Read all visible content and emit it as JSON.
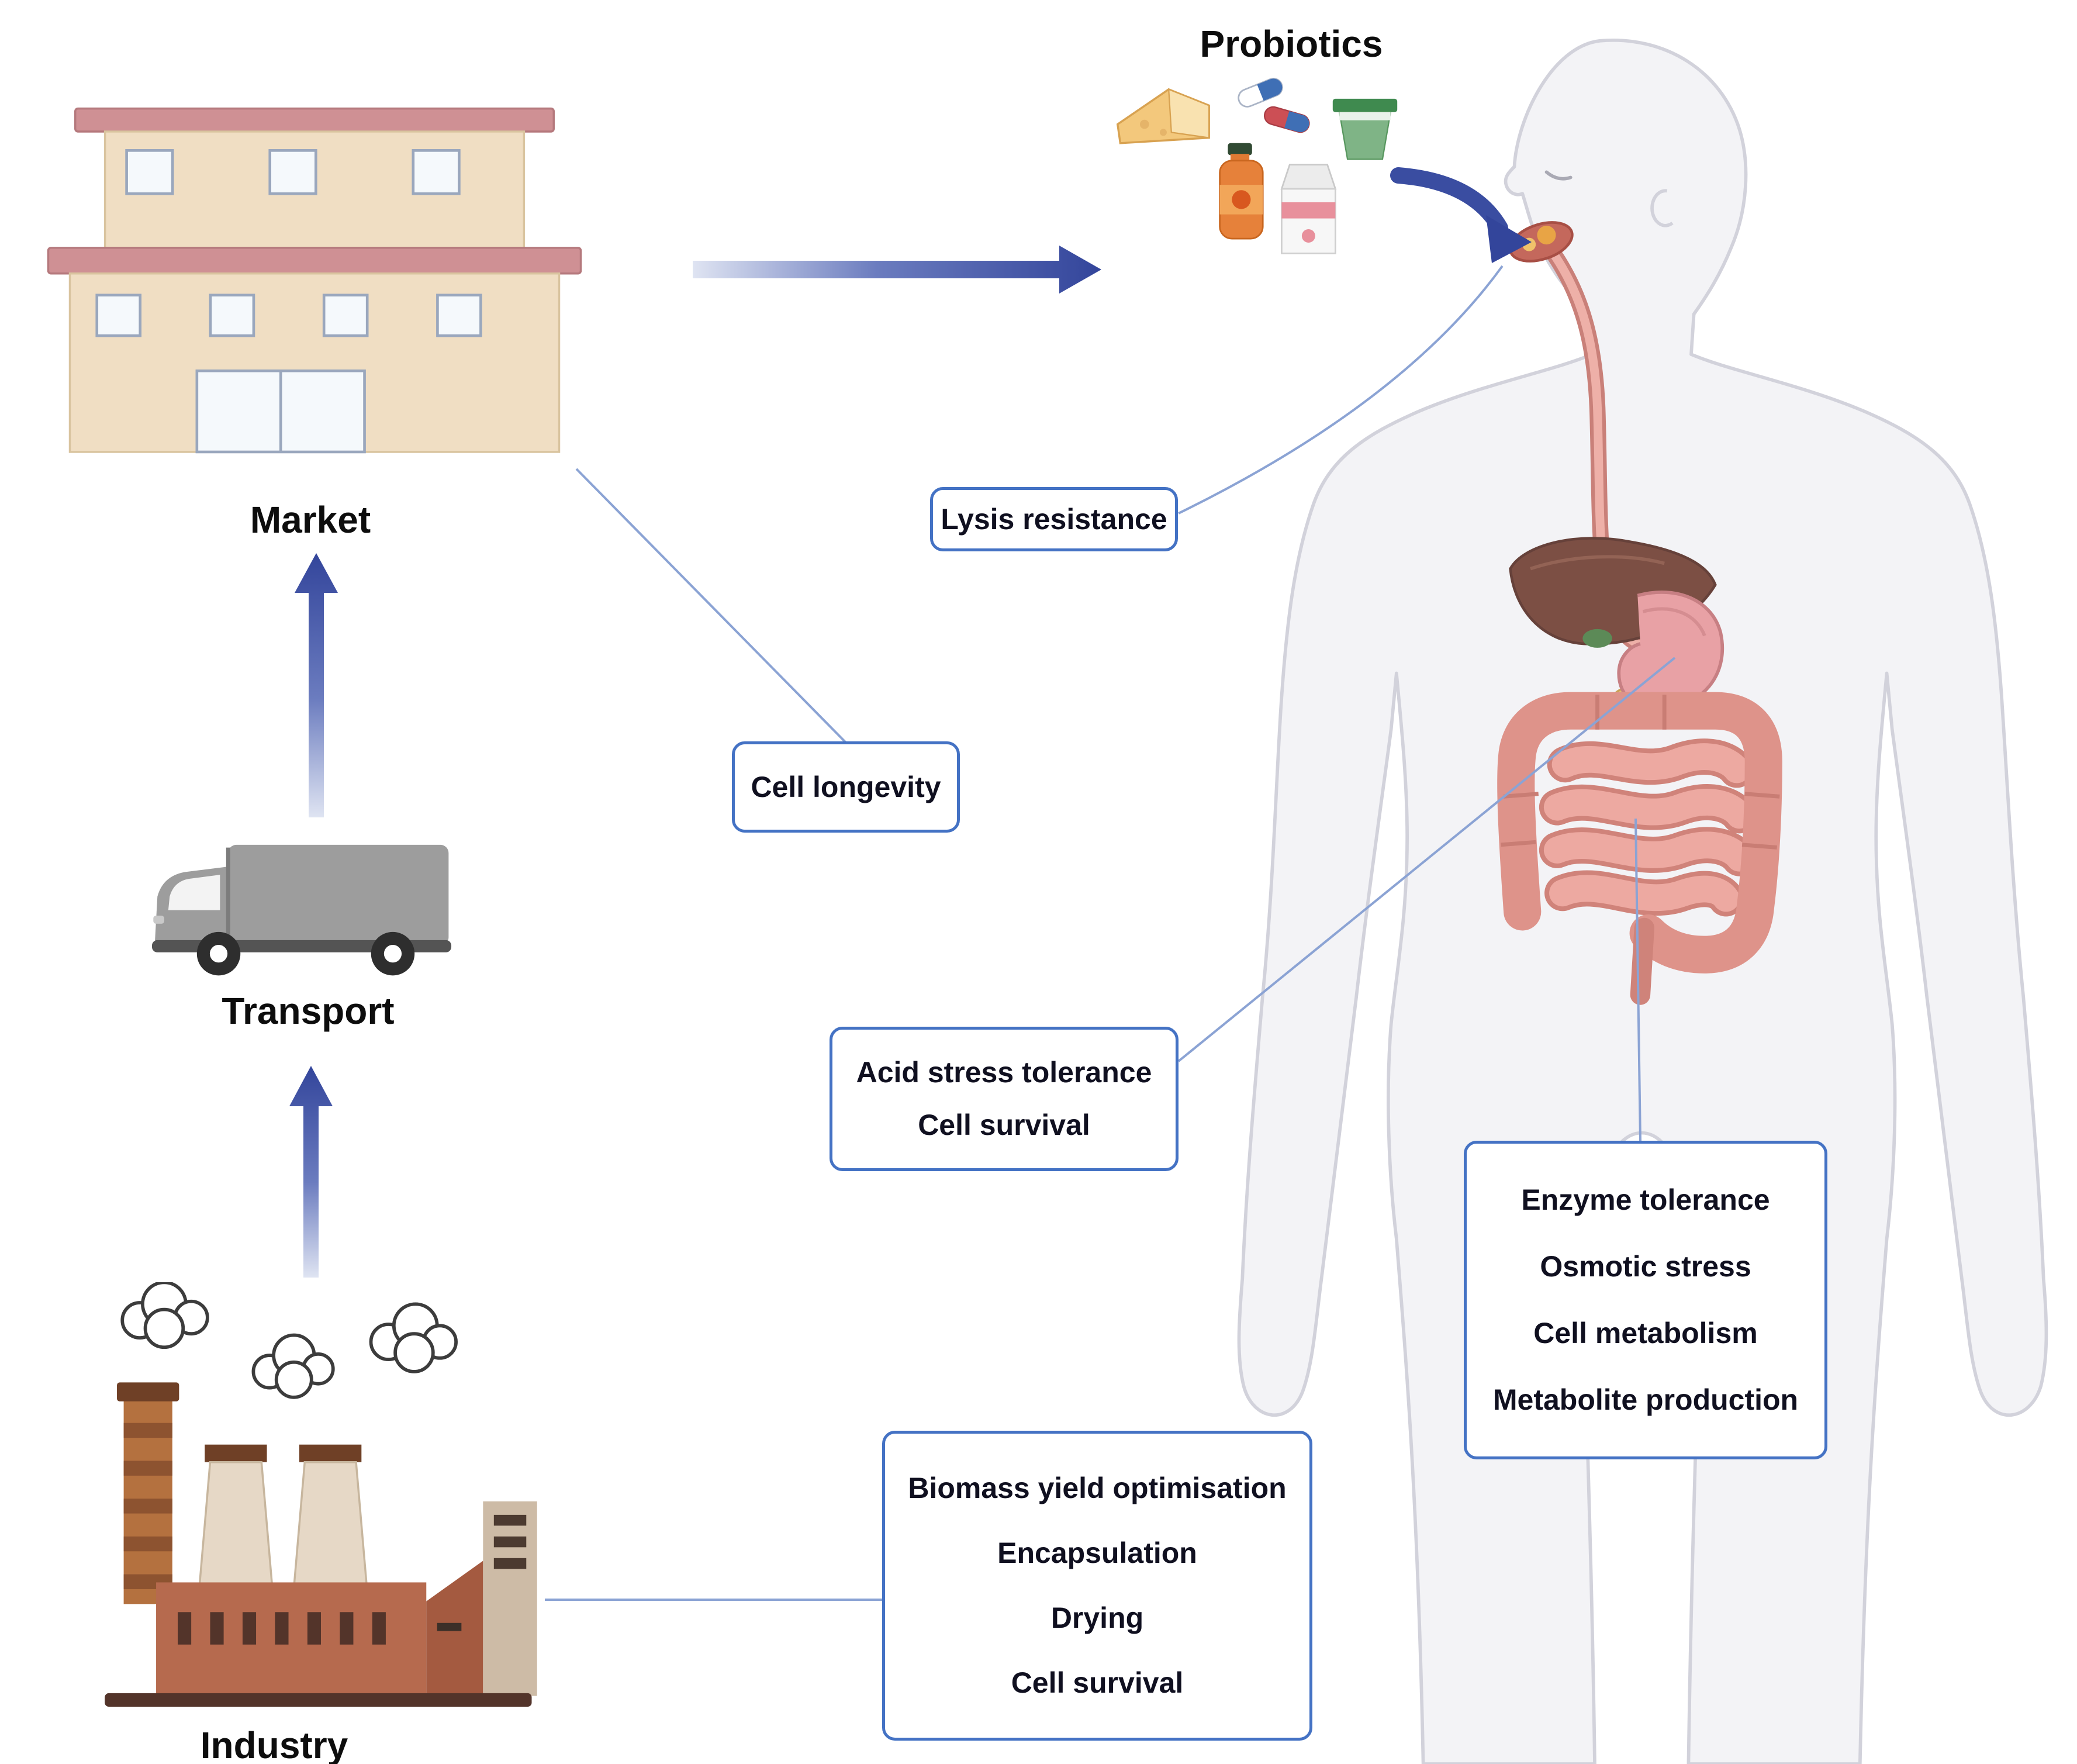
{
  "colors": {
    "arrow_blue": "#33459b",
    "arrow_light": "#dfe4f2",
    "connector_blue": "#8ba3d4",
    "callout_border": "#4472c4",
    "text": "#101020"
  },
  "nodes": {
    "probiotics": {
      "label": "Probiotics"
    },
    "market": {
      "label": "Market"
    },
    "transport": {
      "label": "Transport"
    },
    "industry": {
      "label": "Industry"
    }
  },
  "callouts": {
    "lysis_resistance": {
      "lines": [
        "Lysis resistance"
      ]
    },
    "cell_longevity": {
      "lines": [
        "Cell longevity"
      ]
    },
    "acid_stress": {
      "lines": [
        "Acid stress tolerance",
        "Cell survival"
      ]
    },
    "gut_factors": {
      "lines": [
        "Enzyme tolerance",
        "Osmotic stress",
        "Cell metabolism",
        "Metabolite production"
      ]
    },
    "industry_factors": {
      "lines": [
        "Biomass yield optimisation",
        "Encapsulation",
        "Drying",
        "Cell survival"
      ]
    }
  },
  "icons": {
    "market": "market-building-icon",
    "transport": "delivery-truck-icon",
    "industry": "factory-icon",
    "human": "human-digestive-system-icon",
    "probiotic_products": [
      "cheese-icon",
      "capsule-pills-icon",
      "yogurt-cup-icon",
      "juice-bottle-icon",
      "milk-carton-icon"
    ]
  }
}
